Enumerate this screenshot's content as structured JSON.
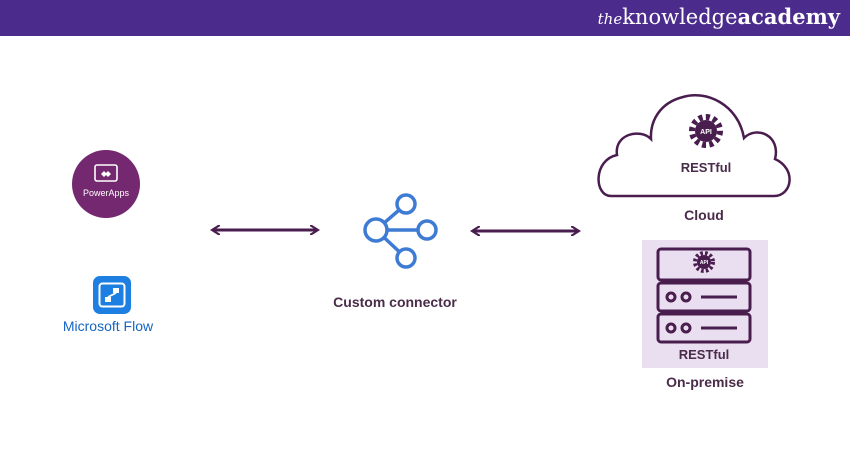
{
  "brand": {
    "prefix": "the",
    "knowledge": "knowledge",
    "academy": "academy"
  },
  "sources": {
    "powerapps": {
      "label": "PowerApps"
    },
    "flow": {
      "label": "Microsoft Flow"
    }
  },
  "connector": {
    "label": "Custom connector"
  },
  "targets": {
    "cloud": {
      "api": "API",
      "inner": "RESTful",
      "label": "Cloud"
    },
    "onprem": {
      "api": "API",
      "inner": "RESTful",
      "label": "On-premise"
    }
  },
  "colors": {
    "header": "#4b2c8c",
    "arrow": "#4a1d4f",
    "connector": "#3d7bd4",
    "powerapps": "#74286f",
    "flow": "#1e7fe3",
    "server_bg": "#eadff0"
  }
}
